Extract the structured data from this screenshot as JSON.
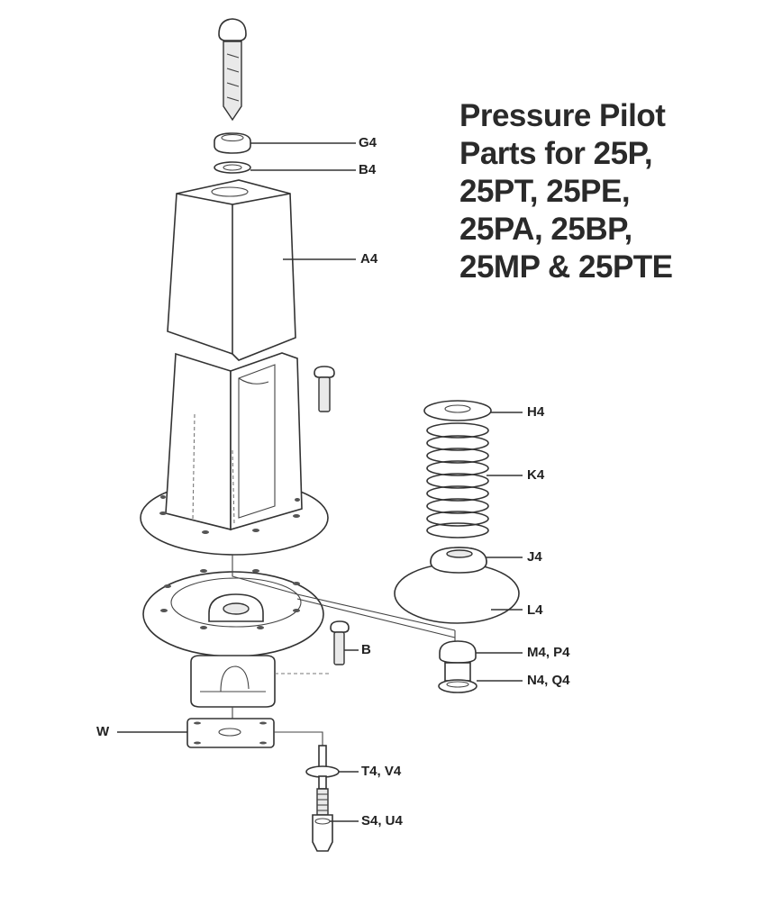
{
  "title": {
    "lines": [
      "Pressure Pilot",
      "Parts for 25P,",
      "25PT, 25PE,",
      "25PA, 25BP,",
      "25MP & 25PTE"
    ]
  },
  "callouts": [
    {
      "id": "G4",
      "label": "G4",
      "part": "hex-nut"
    },
    {
      "id": "B4",
      "label": "B4",
      "part": "lock-washer"
    },
    {
      "id": "A4",
      "label": "A4",
      "part": "spring-housing-upper"
    },
    {
      "id": "H4",
      "label": "H4",
      "part": "spring-button-top"
    },
    {
      "id": "K4",
      "label": "K4",
      "part": "spring"
    },
    {
      "id": "J4",
      "label": "J4",
      "part": "spring-button-bottom"
    },
    {
      "id": "L4",
      "label": "L4",
      "part": "diaphragm"
    },
    {
      "id": "M4P4",
      "label": "M4, P4",
      "part": "pilot-valve-seat"
    },
    {
      "id": "N4Q4",
      "label": "N4, Q4",
      "part": "seat-gasket"
    },
    {
      "id": "B",
      "label": "B",
      "part": "cap-screw"
    },
    {
      "id": "W",
      "label": "W",
      "part": "gasket"
    },
    {
      "id": "T4V4",
      "label": "T4, V4",
      "part": "stem-washer"
    },
    {
      "id": "S4U4",
      "label": "S4, U4",
      "part": "pilot-valve-stem"
    }
  ],
  "colors": {
    "line": "#333333",
    "text": "#222222",
    "background": "#ffffff",
    "shade": "#e9e9e9"
  }
}
